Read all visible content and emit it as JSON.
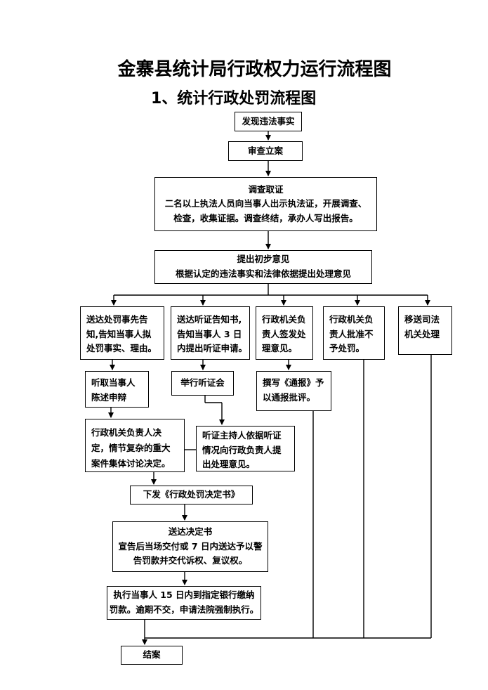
{
  "title": "金寨县统计局行政权力运行流程图",
  "subtitle": "1、统计行政处罚流程图",
  "steps": {
    "discover": "发现违法事实",
    "review": "审查立案",
    "investigate": {
      "heading": "调查取证",
      "lines": [
        "二名以上执法人员向当事人出示执法证，开展调查、",
        "检查，收集证据。调查终结，承办人写出报告。"
      ]
    },
    "opinion": {
      "heading": "提出初步意见",
      "line": "根据认定的违法事实和法律依据提出处理意见"
    },
    "branches": [
      {
        "lines": [
          "送达处罚事先告",
          "知,告知当事人拟",
          "处罚事实、理由。"
        ]
      },
      {
        "lines": [
          "送达听证告知书,",
          "告知当事人 3 日",
          "内提出听证申请。"
        ]
      },
      {
        "lines": [
          "行政机关负",
          "责人签发处",
          "理意见。"
        ]
      },
      {
        "lines": [
          "行政机关负",
          "责人批准不",
          "予处罚。"
        ]
      },
      {
        "lines": [
          "移送司法",
          "机关处理"
        ]
      }
    ],
    "statement": {
      "lines": [
        "听取当事人",
        "陈述申辩"
      ]
    },
    "hearing": "举行听证会",
    "bulletin": {
      "lines": [
        "撰写《通报》予",
        "以通报批评。"
      ]
    },
    "decide": {
      "lines": [
        "行政机关负责人决",
        "定，情节复杂的重大",
        "案件集体讨论决定。"
      ]
    },
    "host": {
      "lines": [
        "听证主持人依据听证",
        "情况向行政负责人提",
        "出处理意见。"
      ]
    },
    "issue": "下发《行政处罚决定书》",
    "deliver": {
      "heading": "送达决定书",
      "lines": [
        "宣告后当场交付或 7 日内送达予以警",
        "告罚款并交代诉权、复议权。"
      ]
    },
    "execute": {
      "lines": [
        "执行当事人 15 日内到指定银行缴纳",
        "罚款。逾期不交，申请法院强制执行。"
      ]
    },
    "close": "结案"
  }
}
